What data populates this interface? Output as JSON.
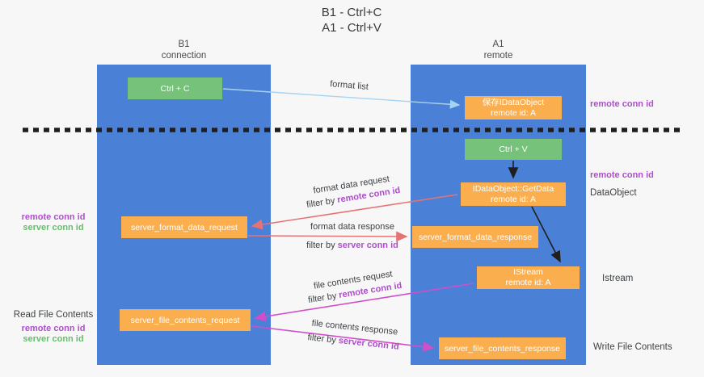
{
  "title": {
    "line1": "B1 - Ctrl+C",
    "line2": "A1 - Ctrl+V"
  },
  "columns": {
    "left": {
      "name": "B1",
      "subtitle": "connection"
    },
    "right": {
      "name": "A1",
      "subtitle": "remote"
    }
  },
  "nodes": {
    "ctrl_c": "Ctrl + C",
    "save_dataobject": {
      "line1": "保存IDataObject",
      "line2": "remote id: A"
    },
    "ctrl_v": "Ctrl + V",
    "getdata": {
      "line1": "IDataObject::GetData",
      "line2": "remote id: A"
    },
    "format_request": "server_format_data_request",
    "format_response": "server_format_data_response",
    "istream": {
      "line1": "IStream",
      "line2": "remote id: A"
    },
    "file_request": "server_file_contents_request",
    "file_response": "server_file_contents_response"
  },
  "edge_labels": {
    "format_list": "format list",
    "format_request": {
      "line1": "format data request",
      "filter_prefix": "filter by ",
      "filter_key": "remote conn id"
    },
    "format_response": {
      "line1": "format data response",
      "filter_prefix": "filter by ",
      "filter_key": "server conn id"
    },
    "file_request": {
      "line1": "file contents request",
      "filter_prefix": "filter by ",
      "filter_key": "remote conn id"
    },
    "file_response": {
      "line1": "file contents response",
      "filter_prefix": "filter by ",
      "filter_key": "server conn id"
    }
  },
  "side_labels": {
    "remote_conn_top_right": "remote conn id",
    "remote_conn_mid_right": "remote conn id",
    "dataobject": "DataObject",
    "istream": "Istream",
    "write_file": "Write File Contents",
    "read_file": "Read File Contents",
    "remote_conn_left_1": "remote conn id",
    "server_conn_left_1": "server conn id",
    "remote_conn_left_2": "remote conn id",
    "server_conn_left_2": "server conn id"
  },
  "colors": {
    "lane_blue": "#4a80d6",
    "node_green": "#76c27b",
    "node_orange": "#fbae4e",
    "label_purple": "#ad4fc9",
    "label_green": "#69bd6e",
    "arrow_red": "#e57373",
    "arrow_magenta": "#d14ec9",
    "arrow_lightblue": "#a8d3f0",
    "arrow_black": "#1f1f1f",
    "ink": "#3d4245",
    "bg": "#f7f7f8"
  }
}
